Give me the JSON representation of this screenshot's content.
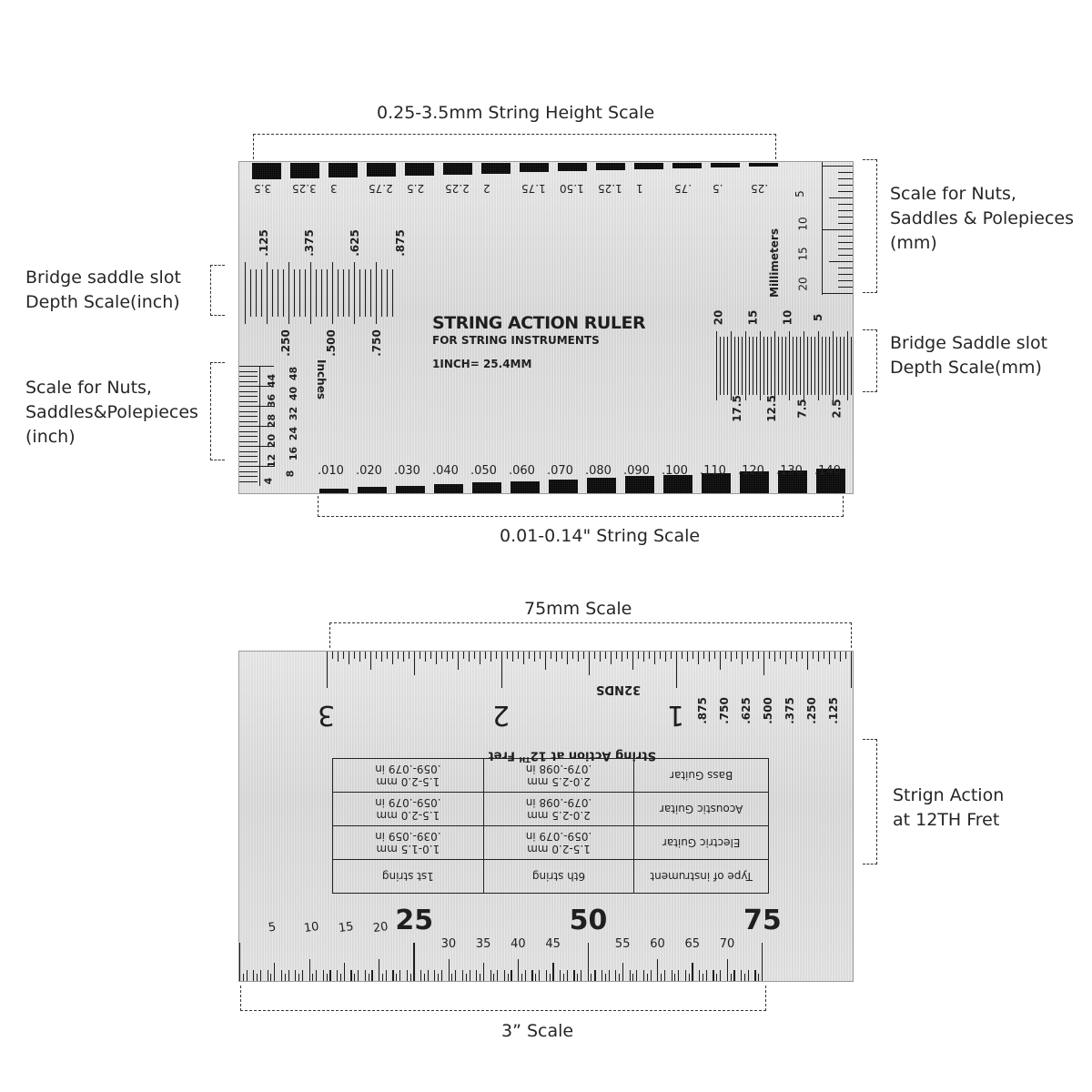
{
  "callouts": {
    "string_height": "0.25-3.5mm String Height Scale",
    "nuts_mm": "Scale for Nuts,\nSaddles & Polepieces\n(mm)",
    "saddle_inch": "Bridge saddle slot\nDepth Scale(inch)",
    "saddle_mm": "Bridge Saddle slot\nDepth Scale(mm)",
    "nuts_inch": "Scale for Nuts,\nSaddles&Polepieces\n(inch)",
    "string_scale": "0.01-0.14\" String Scale",
    "scale_75mm": "75mm Scale",
    "action_12": "Strign Action\nat 12TH Fret",
    "scale_3in": "3” Scale"
  },
  "card1": {
    "title": "STRING ACTION RULER",
    "subtitle": "FOR STRING INSTRUMENTS",
    "conversion": "1INCH= 25.4MM",
    "height_labels": [
      "3.5",
      "3.25",
      "3",
      "2.75",
      "2.5",
      "2.25",
      "2",
      "1.75",
      "1.50",
      "1.25",
      "1",
      ".75",
      ".5",
      ".25"
    ],
    "string_labels": [
      ".010",
      ".020",
      ".030",
      ".040",
      ".050",
      ".060",
      ".070",
      ".080",
      ".090",
      ".100",
      ".110",
      ".120",
      ".130",
      ".140"
    ],
    "inch_top_labels": [
      ".125",
      ".375",
      ".625",
      ".875"
    ],
    "inch_bottom_labels": [
      ".250",
      ".500",
      ".750"
    ],
    "inches_label": "Inches",
    "mm_right_labels": [
      "5",
      "10",
      "15",
      "20"
    ],
    "millimeters_label": "Millimeters",
    "mm_slot_top": [
      "20",
      "15",
      "10",
      "5"
    ],
    "mm_slot_bottom": [
      "17.5",
      "12.5",
      "7.5",
      "2.5"
    ],
    "left_scale_labels": [
      "48",
      "40",
      "32",
      "24",
      "16",
      "8",
      "44",
      "36",
      "28",
      "20",
      "12",
      "4"
    ]
  },
  "card2": {
    "inch_big": [
      "3",
      "2",
      "1"
    ],
    "inch_frac": [
      ".875",
      ".750",
      ".625",
      ".500",
      ".375",
      ".250",
      ".125"
    ],
    "nds_label": "32NDS",
    "mm_big": [
      "25",
      "50",
      "75"
    ],
    "mm_small_left": [
      "5",
      "10",
      "15",
      "20"
    ],
    "mm_small_right": [
      "30",
      "35",
      "40",
      "45",
      "55",
      "60",
      "65",
      "70"
    ],
    "table_title": "String Action at 12",
    "table_title_sup": "TH",
    "table_title_end": " Fret",
    "table": {
      "headers": [
        "Type of instrument",
        "6th string",
        "1st string"
      ],
      "rows": [
        {
          "type": "Electric Guitar",
          "sixth_mm": "1.5-2.0 mm",
          "sixth_in": ".059-.079 in",
          "first_mm": "1.0-1.5 mm",
          "first_in": ".039-.059 in"
        },
        {
          "type": "Acoustic Guitar",
          "sixth_mm": "2.0-2.5 mm",
          "sixth_in": ".079-.098 in",
          "first_mm": "1.5-2.0 mm",
          "first_in": ".059-.079 in"
        },
        {
          "type": "Bass Guitar",
          "sixth_mm": "2.0-2.5 mm",
          "sixth_in": ".079-.098 in",
          "first_mm": "1.5-2.0 mm",
          "first_in": ".059-.079 in"
        }
      ]
    }
  }
}
